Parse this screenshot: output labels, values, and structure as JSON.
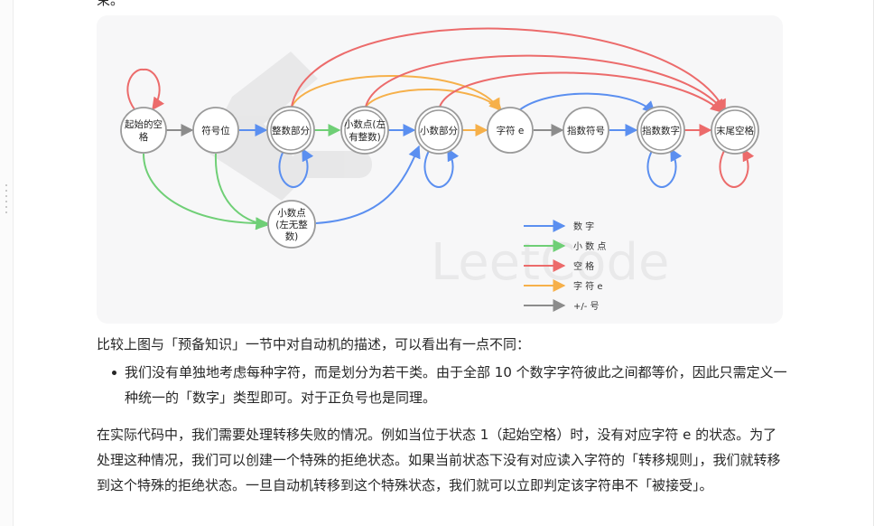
{
  "top_clipped_text": "束。",
  "diagram": {
    "watermark": "LeetCode",
    "nodes": {
      "start_space": [
        "起始的空",
        "格"
      ],
      "sign": [
        "符号位"
      ],
      "integer": [
        "整数部分"
      ],
      "point_with_int": [
        "小数点(左",
        "有整数)"
      ],
      "fraction": [
        "小数部分"
      ],
      "char_e": [
        "字符 e"
      ],
      "exp_sign": [
        "指数符号"
      ],
      "exp_number": [
        "指数数字"
      ],
      "end_space": [
        "末尾空格"
      ],
      "point_no_int": [
        "小数点",
        "(左无整",
        "数)"
      ]
    },
    "legend": [
      {
        "label": "数  字",
        "color": "#5b8ff0"
      },
      {
        "label": "小 数 点",
        "color": "#6fcf76"
      },
      {
        "label": "空  格",
        "color": "#ec6b6b"
      },
      {
        "label": "字 符  e",
        "color": "#f6b04a"
      },
      {
        "label": "+/-  号",
        "color": "#8c8c8c"
      }
    ]
  },
  "paragraph1": "比较上图与「预备知识」一节中对自动机的描述，可以看出有一点不同：",
  "bullets": [
    "我们没有单独地考虑每种字符，而是划分为若干类。由于全部 10 个数字字符彼此之间都等价，因此只需定义一种统一的「数字」类型即可。对于正负号也是同理。"
  ],
  "paragraph2": "在实际代码中，我们需要处理转移失败的情况。例如当位于状态 1（起始空格）时，没有对应字符 e 的状态。为了处理这种情况，我们可以创建一个特殊的拒绝状态。如果当前状态下没有对应读入字符的「转移规则」，我们就转移到这个特殊的拒绝状态。一旦自动机转移到这个特殊状态，我们就可以立即判定该字符串不「被接受」。"
}
